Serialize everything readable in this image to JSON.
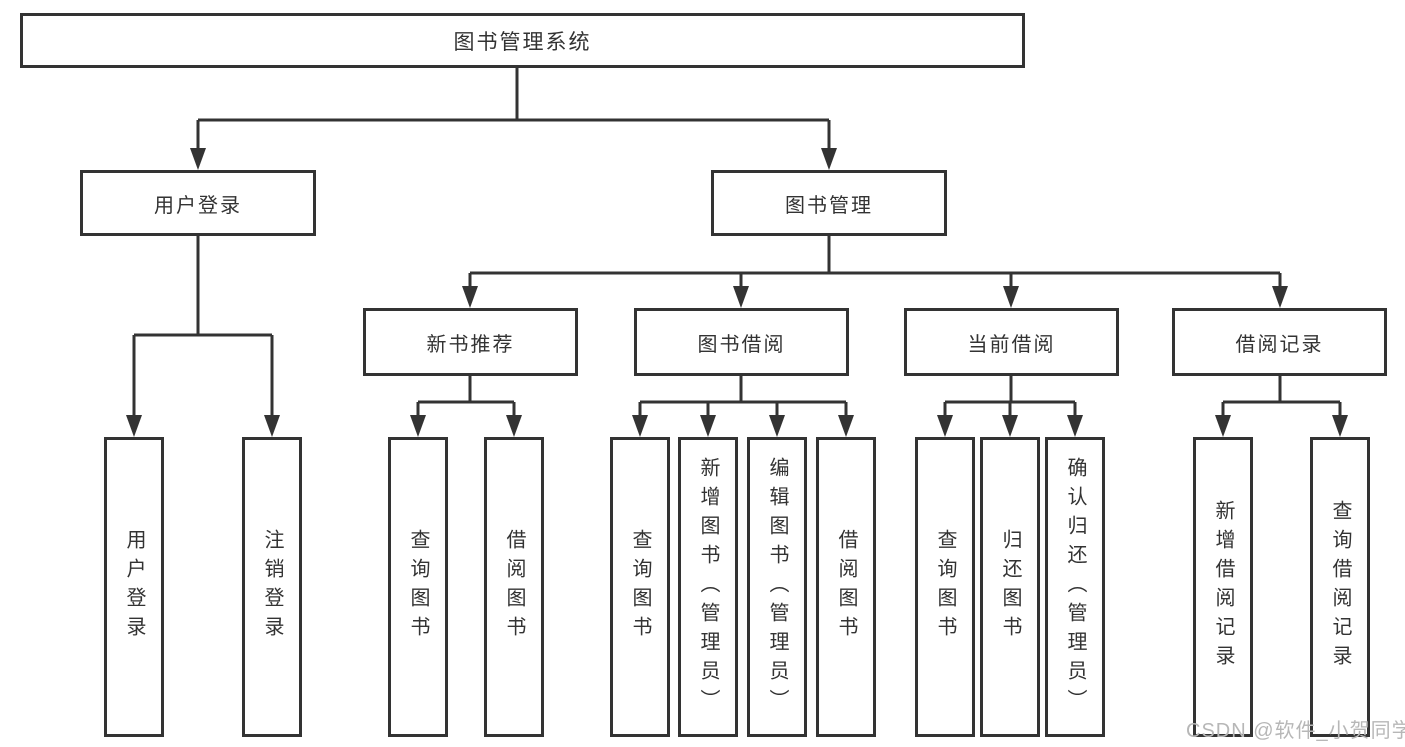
{
  "colors": {
    "line": "#333333",
    "text": "#333333",
    "watermark": "#b7b7b7",
    "bg": "#ffffff"
  },
  "nodes": {
    "root": {
      "label": "图书管理系统"
    },
    "user_login": {
      "label": "用户登录"
    },
    "book_mgmt": {
      "label": "图书管理"
    },
    "new_book_rec": {
      "label": "新书推荐"
    },
    "book_borrow": {
      "label": "图书借阅"
    },
    "current_borrow": {
      "label": "当前借阅"
    },
    "borrow_record": {
      "label": "借阅记录"
    },
    "leaf_user_login": {
      "label": "用户登录"
    },
    "leaf_logout": {
      "label": "注销登录"
    },
    "leaf_rec_query_book": {
      "label": "查询图书"
    },
    "leaf_rec_borrow_book": {
      "label": "借阅图书"
    },
    "leaf_bb_query_book": {
      "label": "查询图书"
    },
    "leaf_bb_add_book": {
      "label": "新增图书（管理员）"
    },
    "leaf_bb_edit_book": {
      "label": "编辑图书（管理员）"
    },
    "leaf_bb_borrow_book": {
      "label": "借阅图书"
    },
    "leaf_cb_query_book": {
      "label": "查询图书"
    },
    "leaf_cb_return_book": {
      "label": "归还图书"
    },
    "leaf_cb_confirm_return": {
      "label": "确认归还（管理员）"
    },
    "leaf_br_add_record": {
      "label": "新增借阅记录"
    },
    "leaf_br_query_record": {
      "label": "查询借阅记录"
    }
  },
  "watermark": {
    "text": "CSDN @软件_小贺同学"
  }
}
